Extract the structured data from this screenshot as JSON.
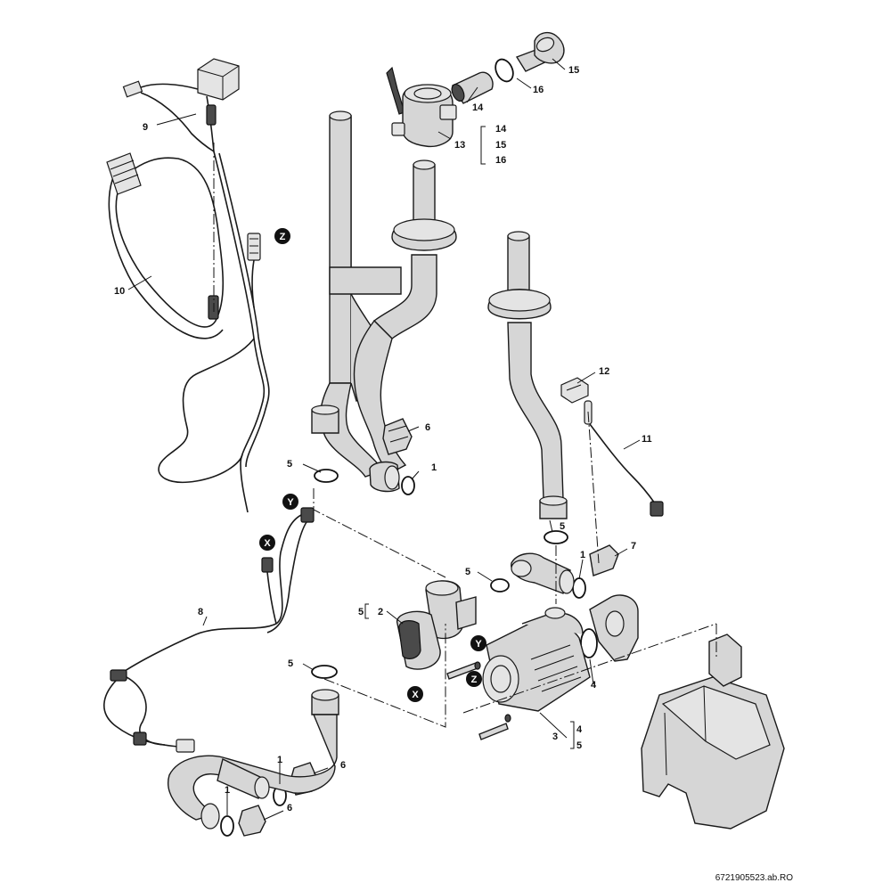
{
  "diagram": {
    "reference": "6721905523.ab.RO",
    "callouts": {
      "c1a": "1",
      "c1b": "1",
      "c1c": "1",
      "c1d": "1",
      "c2": "2",
      "c3": "3",
      "c4": "4",
      "c5a": "5",
      "c5b": "5",
      "c5c": "5",
      "c5d": "5",
      "c6a": "6",
      "c6b": "6",
      "c6c": "6",
      "c7": "7",
      "c8": "8",
      "c9": "9",
      "c10": "10",
      "c11": "11",
      "c12": "12",
      "c13": "13",
      "c14": "14",
      "c15": "15",
      "c16": "16"
    },
    "groups": {
      "g13": [
        "14",
        "15",
        "16"
      ],
      "g2": "5",
      "g3": [
        "4",
        "5"
      ]
    },
    "connectors": {
      "x": "X",
      "y": "Y",
      "z": "Z"
    }
  }
}
